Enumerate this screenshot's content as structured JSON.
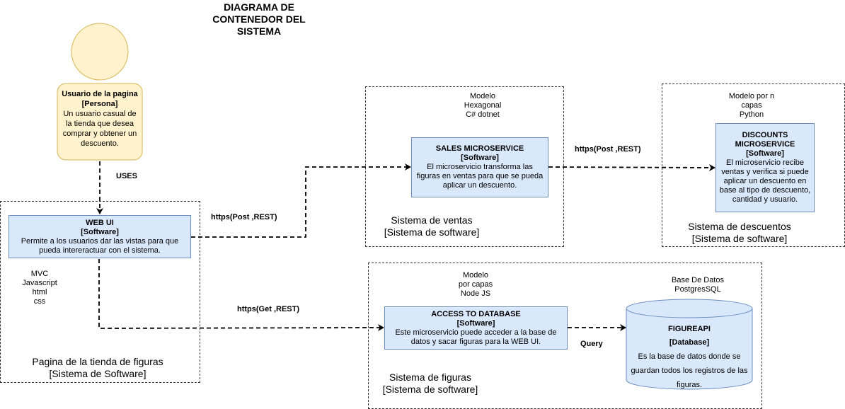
{
  "title": "DIAGRAMA DE\nCONTENEDOR DEL\nSISTEMA",
  "person": {
    "name": "Usuario de la pagina",
    "type": "[Persona]",
    "description": "Un usuario casual de la tienda que desea comprar y obtener un descuento."
  },
  "boundaries": {
    "store": {
      "label": "Pagina de la tienda de figuras\n[Sistema de Software]",
      "tech": "MVC\nJavascript\nhtml\ncss"
    },
    "sales": {
      "label": "Sistema de ventas\n[Sistema de software]",
      "tech": "Modelo\nHexagonal\nC# dotnet"
    },
    "discounts": {
      "label": "Sistema de descuentos\n[Sistema de software]",
      "tech": "Modelo por n\ncapas\nPython"
    },
    "figures": {
      "label": "Sistema de figuras\n[Sistema de software]",
      "tech": "Modelo\npor capas\nNode JS",
      "db_tech": "Base De Datos\nPostgresSQL"
    }
  },
  "containers": {
    "webui": {
      "name": "WEB UI",
      "type": "[Software]",
      "description": "Permite a los usuarios dar las vistas para que pueda intereractuar con el sistema."
    },
    "sales": {
      "name": "SALES MICROSERVICE",
      "type": "[Software]",
      "description": "El microservicio transforma las figuras en ventas para que se pueda aplicar un descuento."
    },
    "discounts": {
      "name": "DISCOUNTS MICROSERVICE",
      "type": "[Software]",
      "description": "El microservicio recibe ventas y verifica si puede aplicar un descuento en base al tipo de descuento, cantidad y usuario."
    },
    "access": {
      "name": "ACCESS TO DATABASE",
      "type": "[Software]",
      "description": "Este microservicio puede acceder a la base de datos y sacar figuras para la WEB UI."
    },
    "db": {
      "name": "FIGUREAPI",
      "type": "[Database]",
      "description": "Es la base de datos donde se guardan todos los registros de las figuras."
    }
  },
  "edges": {
    "uses": "USES",
    "web_sales": "https(Post ,REST)",
    "sales_discounts": "https(Post ,REST)",
    "web_access": "https(Get ,REST)",
    "access_db": "Query"
  },
  "colors": {
    "person_fill": "#fff2cc",
    "person_stroke": "#d6b656",
    "container_fill": "#dae8fc",
    "container_stroke": "#6c8ebf"
  }
}
